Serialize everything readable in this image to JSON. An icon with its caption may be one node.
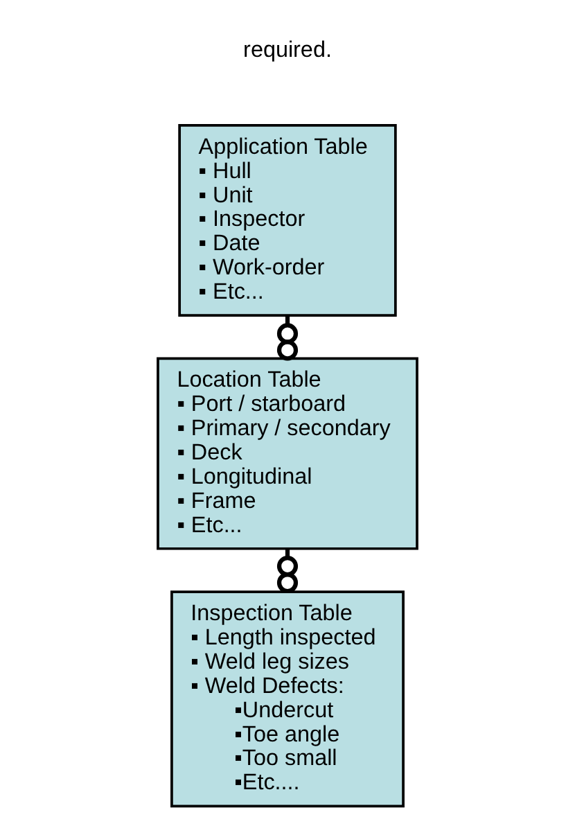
{
  "diagram": {
    "nodes": [
      {
        "text": [
          "Application Table",
          "▪ Hull",
          "▪ Unit",
          "▪ Inspector",
          "▪ Date",
          "▪ Work-order",
          "▪ Etc..."
        ]
      },
      {
        "text": [
          "Location Table",
          "▪ Port / starboard",
          "▪ Primary / secondary",
          "▪ Deck",
          "▪ Longitudinal",
          "▪ Frame",
          "▪ Etc..."
        ]
      },
      {
        "text": [
          "Inspection Table",
          "▪ Length inspected",
          "▪ Weld leg sizes",
          "▪ Weld Defects:",
          "▪Undercut",
          "▪Toe angle",
          "▪Too small",
          "▪Etc...."
        ]
      }
    ],
    "edges": [
      {
        "from": 0,
        "to": 1,
        "arrow": "other"
      },
      {
        "from": 1,
        "to": 2,
        "arrow": "other"
      }
    ],
    "labels": [
      "required."
    ]
  }
}
